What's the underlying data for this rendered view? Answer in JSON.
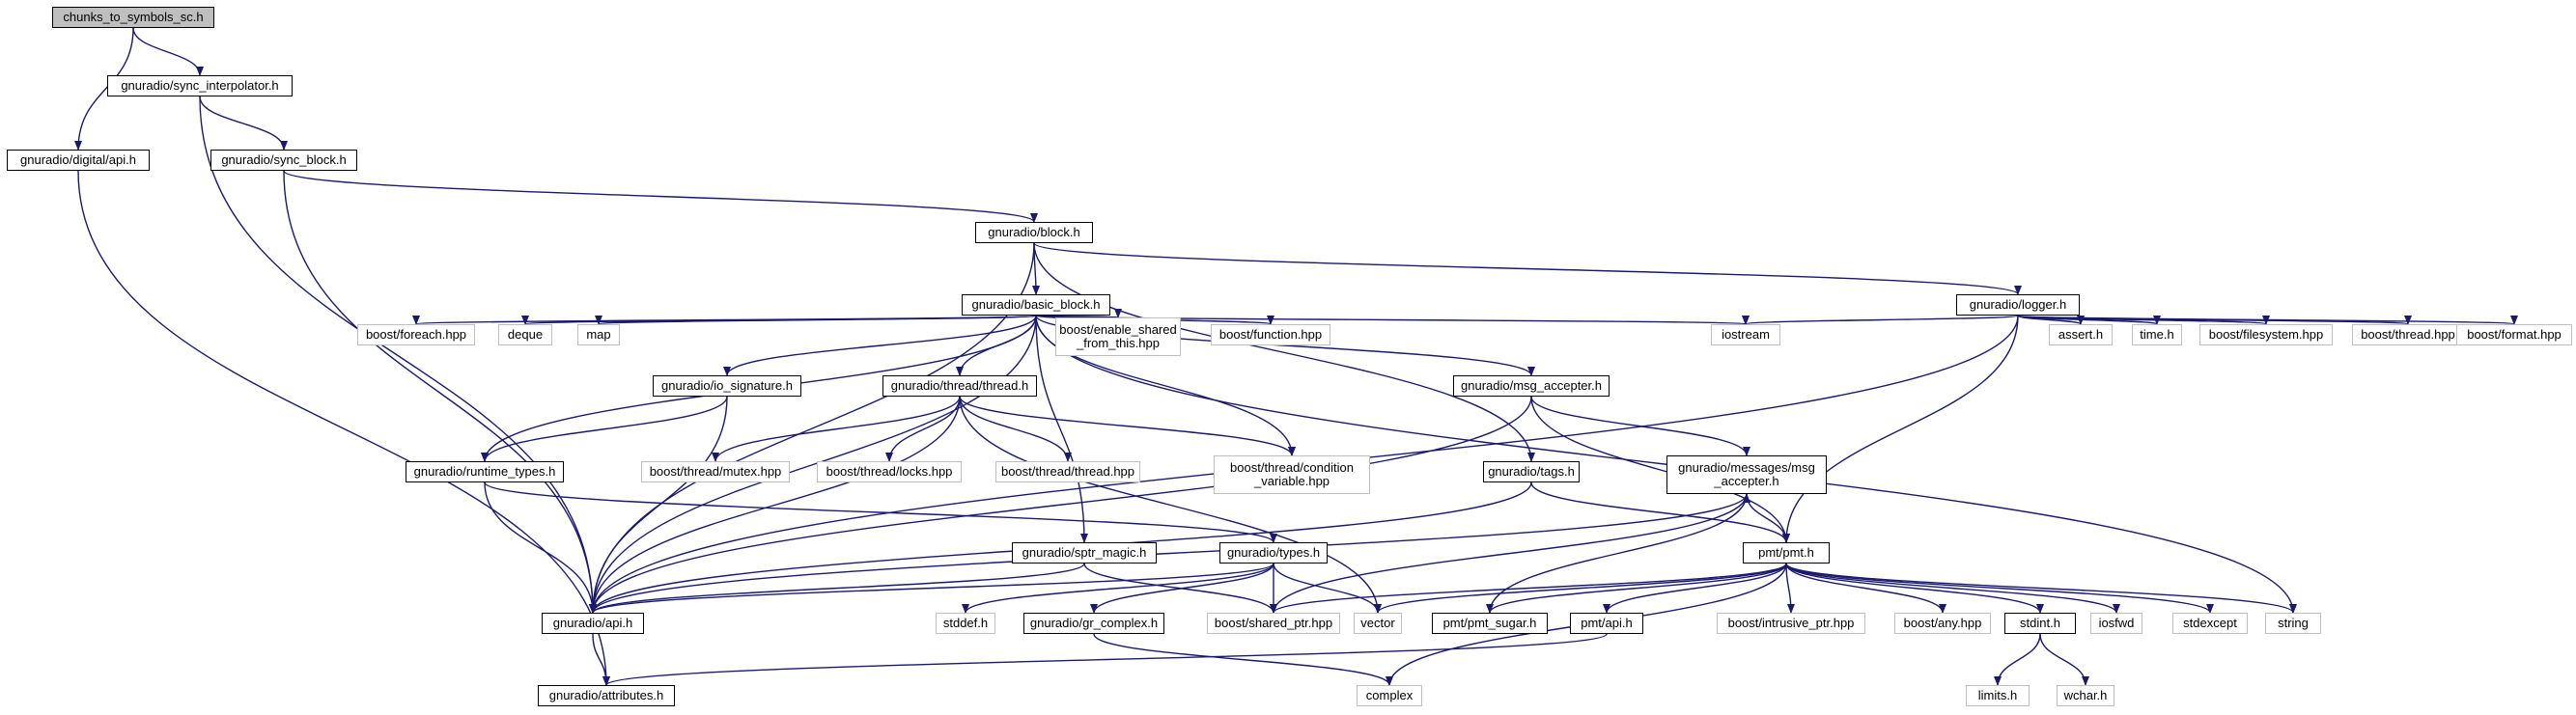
{
  "colors": {
    "edge": "#191970",
    "internal_border": "#000000",
    "external_border": "#bfbfbf",
    "root_fill": "#bfbfbf"
  },
  "nodes": [
    {
      "id": "root",
      "label": "chunks_to_symbols_sc.h",
      "kind": "root"
    },
    {
      "id": "sync_interp",
      "label": "gnuradio/sync_interpolator.h",
      "kind": "internal"
    },
    {
      "id": "digital_api",
      "label": "gnuradio/digital/api.h",
      "kind": "internal"
    },
    {
      "id": "sync_block",
      "label": "gnuradio/sync_block.h",
      "kind": "internal"
    },
    {
      "id": "block",
      "label": "gnuradio/block.h",
      "kind": "internal"
    },
    {
      "id": "basic_block",
      "label": "gnuradio/basic_block.h",
      "kind": "internal"
    },
    {
      "id": "logger",
      "label": "gnuradio/logger.h",
      "kind": "internal"
    },
    {
      "id": "foreach",
      "label": "boost/foreach.hpp",
      "kind": "external"
    },
    {
      "id": "deque",
      "label": "deque",
      "kind": "external"
    },
    {
      "id": "map",
      "label": "map",
      "kind": "external"
    },
    {
      "id": "io_sig",
      "label": "gnuradio/io_signature.h",
      "kind": "internal"
    },
    {
      "id": "thread_h",
      "label": "gnuradio/thread/thread.h",
      "kind": "internal"
    },
    {
      "id": "enable_shared",
      "label": "boost/enable_shared\n_from_this.hpp",
      "kind": "external"
    },
    {
      "id": "function",
      "label": "boost/function.hpp",
      "kind": "external"
    },
    {
      "id": "msg_acc",
      "label": "gnuradio/msg_accepter.h",
      "kind": "internal"
    },
    {
      "id": "iostream",
      "label": "iostream",
      "kind": "external"
    },
    {
      "id": "assert",
      "label": "assert.h",
      "kind": "external"
    },
    {
      "id": "time",
      "label": "time.h",
      "kind": "external"
    },
    {
      "id": "filesystem",
      "label": "boost/filesystem.hpp",
      "kind": "external"
    },
    {
      "id": "bthread",
      "label": "boost/thread.hpp",
      "kind": "external"
    },
    {
      "id": "format",
      "label": "boost/format.hpp",
      "kind": "external"
    },
    {
      "id": "runtime_types",
      "label": "gnuradio/runtime_types.h",
      "kind": "internal"
    },
    {
      "id": "mutex",
      "label": "boost/thread/mutex.hpp",
      "kind": "external"
    },
    {
      "id": "locks",
      "label": "boost/thread/locks.hpp",
      "kind": "external"
    },
    {
      "id": "bthread_thread",
      "label": "boost/thread/thread.hpp",
      "kind": "external"
    },
    {
      "id": "condvar",
      "label": "boost/thread/condition\n_variable.hpp",
      "kind": "external"
    },
    {
      "id": "tags",
      "label": "gnuradio/tags.h",
      "kind": "internal"
    },
    {
      "id": "msgs_acc",
      "label": "gnuradio/messages/msg\n_accepter.h",
      "kind": "internal"
    },
    {
      "id": "sptr_magic",
      "label": "gnuradio/sptr_magic.h",
      "kind": "internal"
    },
    {
      "id": "types",
      "label": "gnuradio/types.h",
      "kind": "internal"
    },
    {
      "id": "pmt",
      "label": "pmt/pmt.h",
      "kind": "internal"
    },
    {
      "id": "gr_api",
      "label": "gnuradio/api.h",
      "kind": "internal"
    },
    {
      "id": "stddef",
      "label": "stddef.h",
      "kind": "external"
    },
    {
      "id": "gr_complex",
      "label": "gnuradio/gr_complex.h",
      "kind": "internal"
    },
    {
      "id": "shared_ptr",
      "label": "boost/shared_ptr.hpp",
      "kind": "external"
    },
    {
      "id": "vector",
      "label": "vector",
      "kind": "external"
    },
    {
      "id": "pmt_sugar",
      "label": "pmt/pmt_sugar.h",
      "kind": "internal"
    },
    {
      "id": "pmt_api",
      "label": "pmt/api.h",
      "kind": "internal"
    },
    {
      "id": "intrusive",
      "label": "boost/intrusive_ptr.hpp",
      "kind": "external"
    },
    {
      "id": "any",
      "label": "boost/any.hpp",
      "kind": "external"
    },
    {
      "id": "stdint",
      "label": "stdint.h",
      "kind": "internal"
    },
    {
      "id": "iosfwd",
      "label": "iosfwd",
      "kind": "external"
    },
    {
      "id": "stdexcept",
      "label": "stdexcept",
      "kind": "external"
    },
    {
      "id": "string",
      "label": "string",
      "kind": "external"
    },
    {
      "id": "limits",
      "label": "limits.h",
      "kind": "external"
    },
    {
      "id": "wchar",
      "label": "wchar.h",
      "kind": "external"
    },
    {
      "id": "attributes",
      "label": "gnuradio/attributes.h",
      "kind": "internal"
    },
    {
      "id": "complex",
      "label": "complex",
      "kind": "external"
    }
  ],
  "edges": [
    [
      "root",
      "sync_interp"
    ],
    [
      "root",
      "digital_api"
    ],
    [
      "sync_interp",
      "sync_block"
    ],
    [
      "sync_interp",
      "gr_api"
    ],
    [
      "digital_api",
      "attributes"
    ],
    [
      "sync_block",
      "block"
    ],
    [
      "sync_block",
      "gr_api"
    ],
    [
      "block",
      "basic_block"
    ],
    [
      "block",
      "logger"
    ],
    [
      "block",
      "tags"
    ],
    [
      "block",
      "gr_api"
    ],
    [
      "basic_block",
      "foreach"
    ],
    [
      "basic_block",
      "deque"
    ],
    [
      "basic_block",
      "map"
    ],
    [
      "basic_block",
      "io_sig"
    ],
    [
      "basic_block",
      "thread_h"
    ],
    [
      "basic_block",
      "enable_shared"
    ],
    [
      "basic_block",
      "function"
    ],
    [
      "basic_block",
      "msg_acc"
    ],
    [
      "basic_block",
      "iostream"
    ],
    [
      "basic_block",
      "string"
    ],
    [
      "basic_block",
      "condvar"
    ],
    [
      "basic_block",
      "runtime_types"
    ],
    [
      "basic_block",
      "sptr_magic"
    ],
    [
      "basic_block",
      "gr_api"
    ],
    [
      "logger",
      "iostream"
    ],
    [
      "logger",
      "assert"
    ],
    [
      "logger",
      "time"
    ],
    [
      "logger",
      "filesystem"
    ],
    [
      "logger",
      "bthread"
    ],
    [
      "logger",
      "format"
    ],
    [
      "logger",
      "pmt"
    ],
    [
      "logger",
      "gr_api"
    ],
    [
      "io_sig",
      "runtime_types"
    ],
    [
      "io_sig",
      "gr_api"
    ],
    [
      "thread_h",
      "mutex"
    ],
    [
      "thread_h",
      "locks"
    ],
    [
      "thread_h",
      "bthread_thread"
    ],
    [
      "thread_h",
      "condvar"
    ],
    [
      "thread_h",
      "vector"
    ],
    [
      "thread_h",
      "gr_api"
    ],
    [
      "msg_acc",
      "msgs_acc"
    ],
    [
      "msg_acc",
      "pmt"
    ],
    [
      "msg_acc",
      "gr_api"
    ],
    [
      "runtime_types",
      "types"
    ],
    [
      "runtime_types",
      "gr_api"
    ],
    [
      "tags",
      "pmt"
    ],
    [
      "tags",
      "gr_api"
    ],
    [
      "msgs_acc",
      "pmt"
    ],
    [
      "msgs_acc",
      "shared_ptr"
    ],
    [
      "msgs_acc",
      "gr_api"
    ],
    [
      "sptr_magic",
      "shared_ptr"
    ],
    [
      "sptr_magic",
      "gr_api"
    ],
    [
      "types",
      "shared_ptr"
    ],
    [
      "types",
      "vector"
    ],
    [
      "types",
      "stddef"
    ],
    [
      "types",
      "gr_complex"
    ],
    [
      "types",
      "gr_api"
    ],
    [
      "pmt",
      "shared_ptr"
    ],
    [
      "pmt",
      "vector"
    ],
    [
      "pmt",
      "pmt_sugar"
    ],
    [
      "pmt",
      "pmt_api"
    ],
    [
      "pmt",
      "intrusive"
    ],
    [
      "pmt",
      "any"
    ],
    [
      "pmt",
      "stdint"
    ],
    [
      "pmt",
      "iosfwd"
    ],
    [
      "pmt",
      "stdexcept"
    ],
    [
      "pmt",
      "string"
    ],
    [
      "pmt",
      "complex"
    ],
    [
      "pmt_sugar",
      "msgs_acc"
    ],
    [
      "pmt_api",
      "attributes"
    ],
    [
      "gr_api",
      "attributes"
    ],
    [
      "gr_complex",
      "complex"
    ],
    [
      "stdint",
      "limits"
    ],
    [
      "stdint",
      "wchar"
    ]
  ]
}
